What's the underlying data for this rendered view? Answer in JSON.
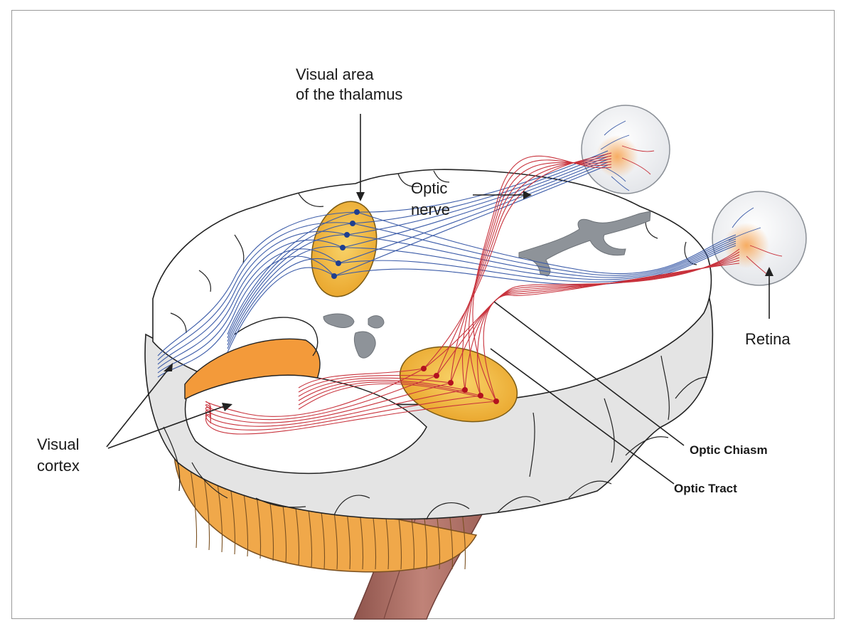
{
  "labels": {
    "thalamus_line1": "Visual area",
    "thalamus_line2": "of the thalamus",
    "optic_nerve_line1": "Optic",
    "optic_nerve_line2": "nerve",
    "retina": "Retina",
    "visual_cortex_line1": "Visual",
    "visual_cortex_line2": "cortex",
    "optic_chiasm": "Optic Chiasm",
    "optic_tract": "Optic Tract"
  },
  "colors": {
    "left_eye_pathway": "#3b5ba8",
    "right_eye_pathway": "#c8323c",
    "thalamus_fill": "#f2b73a",
    "cerebellum_fill": "#f0a84a",
    "brainstem_fill": "#b5736a",
    "ventricle_fill": "#8e9399",
    "brain_gray": "#e6e6e6"
  }
}
